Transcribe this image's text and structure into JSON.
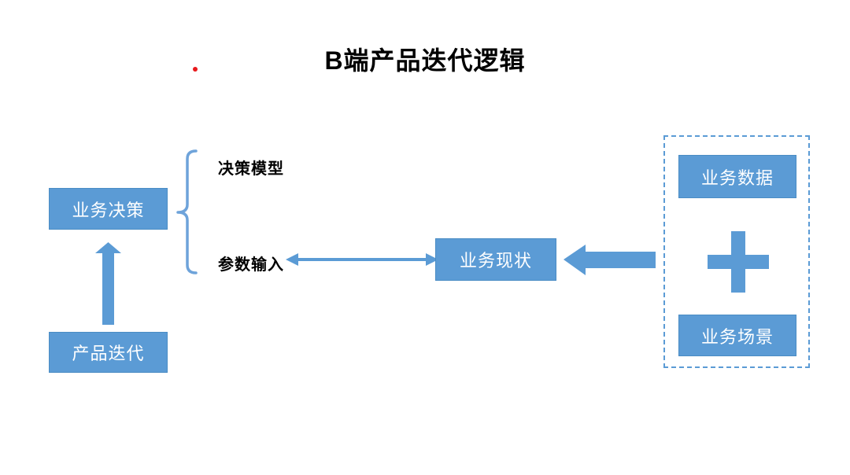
{
  "title": "B端产品迭代逻辑",
  "colors": {
    "background": "#ffffff",
    "title_text": "#000000",
    "label_text": "#000000",
    "box_fill": "#5b9bd5",
    "box_border": "#4a8cc4",
    "box_text": "#ffffff",
    "connector": "#5b9bd5",
    "brace": "#6ea3da",
    "dashed_border": "#5b9bd5",
    "accent_dot": "#e8191c"
  },
  "diagram": {
    "boxes": {
      "business_decision": "业务决策",
      "product_iteration": "产品迭代",
      "business_status": "业务现状",
      "business_data": "业务数据",
      "business_scenario": "业务场景"
    },
    "labels": {
      "decision_model": "决策模型",
      "parameter_input": "参数输入"
    },
    "icons": [
      "curly-brace-icon",
      "up-arrow-icon",
      "double-arrow-icon",
      "block-arrow-left-icon",
      "plus-icon",
      "red-dot-marker"
    ]
  }
}
